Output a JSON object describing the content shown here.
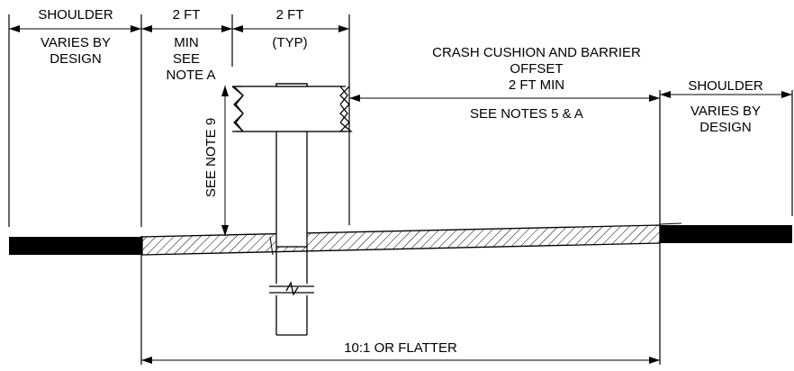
{
  "labels": {
    "shoulder_left": "SHOULDER",
    "shoulder_left_note_1": "VARIES BY",
    "shoulder_left_note_2": "DESIGN",
    "two_ft_min": "2 FT",
    "min_1": "MIN",
    "min_2": "SEE",
    "min_3": "NOTE A",
    "two_ft_typ": "2 FT",
    "typ": "(TYP)",
    "offset_1": "CRASH CUSHION AND BARRIER",
    "offset_2": "OFFSET",
    "offset_3": "2 FT MIN",
    "offset_4": "SEE NOTES 5 & A",
    "shoulder_right": "SHOULDER",
    "shoulder_right_note_1": "VARIES BY",
    "shoulder_right_note_2": "DESIGN",
    "note_9": "SEE NOTE 9",
    "slope": "10:1 OR FLATTER"
  }
}
